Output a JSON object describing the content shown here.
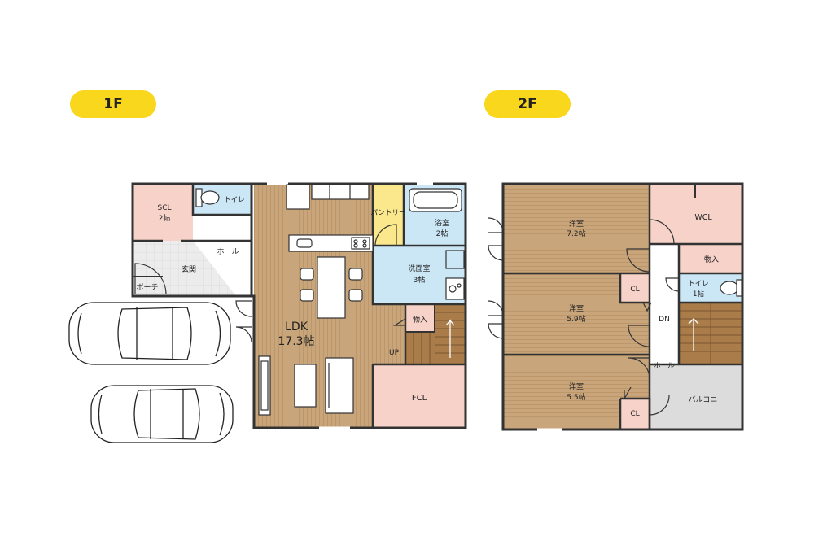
{
  "floors": [
    {
      "badge": "1F",
      "rooms": {
        "scl": {
          "name": "SCL",
          "size": "2帖"
        },
        "toilet": {
          "name": "トイレ"
        },
        "hall": {
          "name": "ホール"
        },
        "entrance": {
          "name": "玄関"
        },
        "porch": {
          "name": "ポーチ"
        },
        "ldk": {
          "name": "LDK",
          "size": "17.3帖"
        },
        "pantry": {
          "name": "パントリー"
        },
        "bath": {
          "name": "浴室",
          "size": "2帖"
        },
        "washroom": {
          "name": "洗面室",
          "size": "3帖"
        },
        "storage": {
          "name": "物入"
        },
        "stairs": {
          "name": "UP"
        },
        "fcl": {
          "name": "FCL"
        }
      }
    },
    {
      "badge": "2F",
      "rooms": {
        "room1": {
          "name": "洋室",
          "size": "7.2帖"
        },
        "wcl": {
          "name": "WCL"
        },
        "storage": {
          "name": "物入"
        },
        "cl1": {
          "name": "CL"
        },
        "room2": {
          "name": "洋室",
          "size": "5.9帖"
        },
        "toilet": {
          "name": "トイレ",
          "size": "1帖"
        },
        "stairs": {
          "name": "DN"
        },
        "hall": {
          "name": "ホール"
        },
        "room3": {
          "name": "洋室",
          "size": "5.5帖"
        },
        "cl2": {
          "name": "CL"
        },
        "balcony": {
          "name": "バルコニー"
        }
      }
    }
  ],
  "colors": {
    "badge": "#f9d71c",
    "wood": "#c8a479",
    "pink": "#f6d2c8",
    "blue": "#cbe6f5",
    "yellow": "#fbe88c",
    "gray": "#dcdcdc",
    "stairs": "#a97c49",
    "wall": "#333333"
  }
}
